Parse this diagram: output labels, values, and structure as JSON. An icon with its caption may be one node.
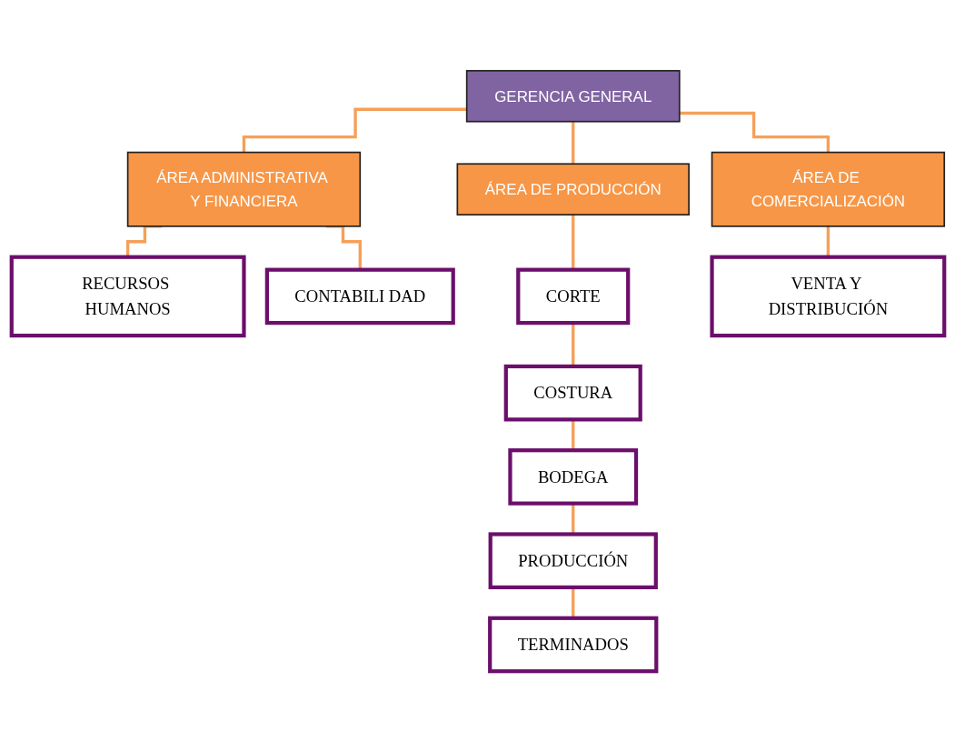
{
  "diagram": {
    "nodes": [
      {
        "text": [
          "GERENCIA GENERAL"
        ]
      },
      {
        "text": [
          "ÁREA ADMINISTRATIVA Y FINANCIERA"
        ]
      },
      {
        "text": [
          "ÁREA DE PRODUCCIÓN"
        ]
      },
      {
        "text": [
          "ÁREA DE COMERCIALIZACIÓN"
        ]
      },
      {
        "text": [
          "RECURSOS HUMANOS"
        ]
      },
      {
        "text": [
          "CONTABILI DAD"
        ]
      },
      {
        "text": [
          "CORTE"
        ]
      },
      {
        "text": [
          "COSTURA"
        ]
      },
      {
        "text": [
          "BODEGA"
        ]
      },
      {
        "text": [
          "PRODUCCIÓN"
        ]
      },
      {
        "text": [
          "TERMINADOS"
        ]
      },
      {
        "text": [
          "VENTA Y DISTRIBUCIÓN"
        ]
      }
    ],
    "edges": [
      {
        "from": 0,
        "to": 1,
        "arrow": "none"
      },
      {
        "from": 0,
        "to": 2,
        "arrow": "none"
      },
      {
        "from": 0,
        "to": 3,
        "arrow": "none"
      },
      {
        "from": 1,
        "to": 4,
        "arrow": "none"
      },
      {
        "from": 1,
        "to": 5,
        "arrow": "none"
      },
      {
        "from": 2,
        "to": 6,
        "arrow": "none"
      },
      {
        "from": 6,
        "to": 7,
        "arrow": "none"
      },
      {
        "from": 7,
        "to": 8,
        "arrow": "none"
      },
      {
        "from": 8,
        "to": 9,
        "arrow": "none"
      },
      {
        "from": 9,
        "to": 10,
        "arrow": "none"
      },
      {
        "from": 3,
        "to": 11,
        "arrow": "none"
      }
    ]
  }
}
